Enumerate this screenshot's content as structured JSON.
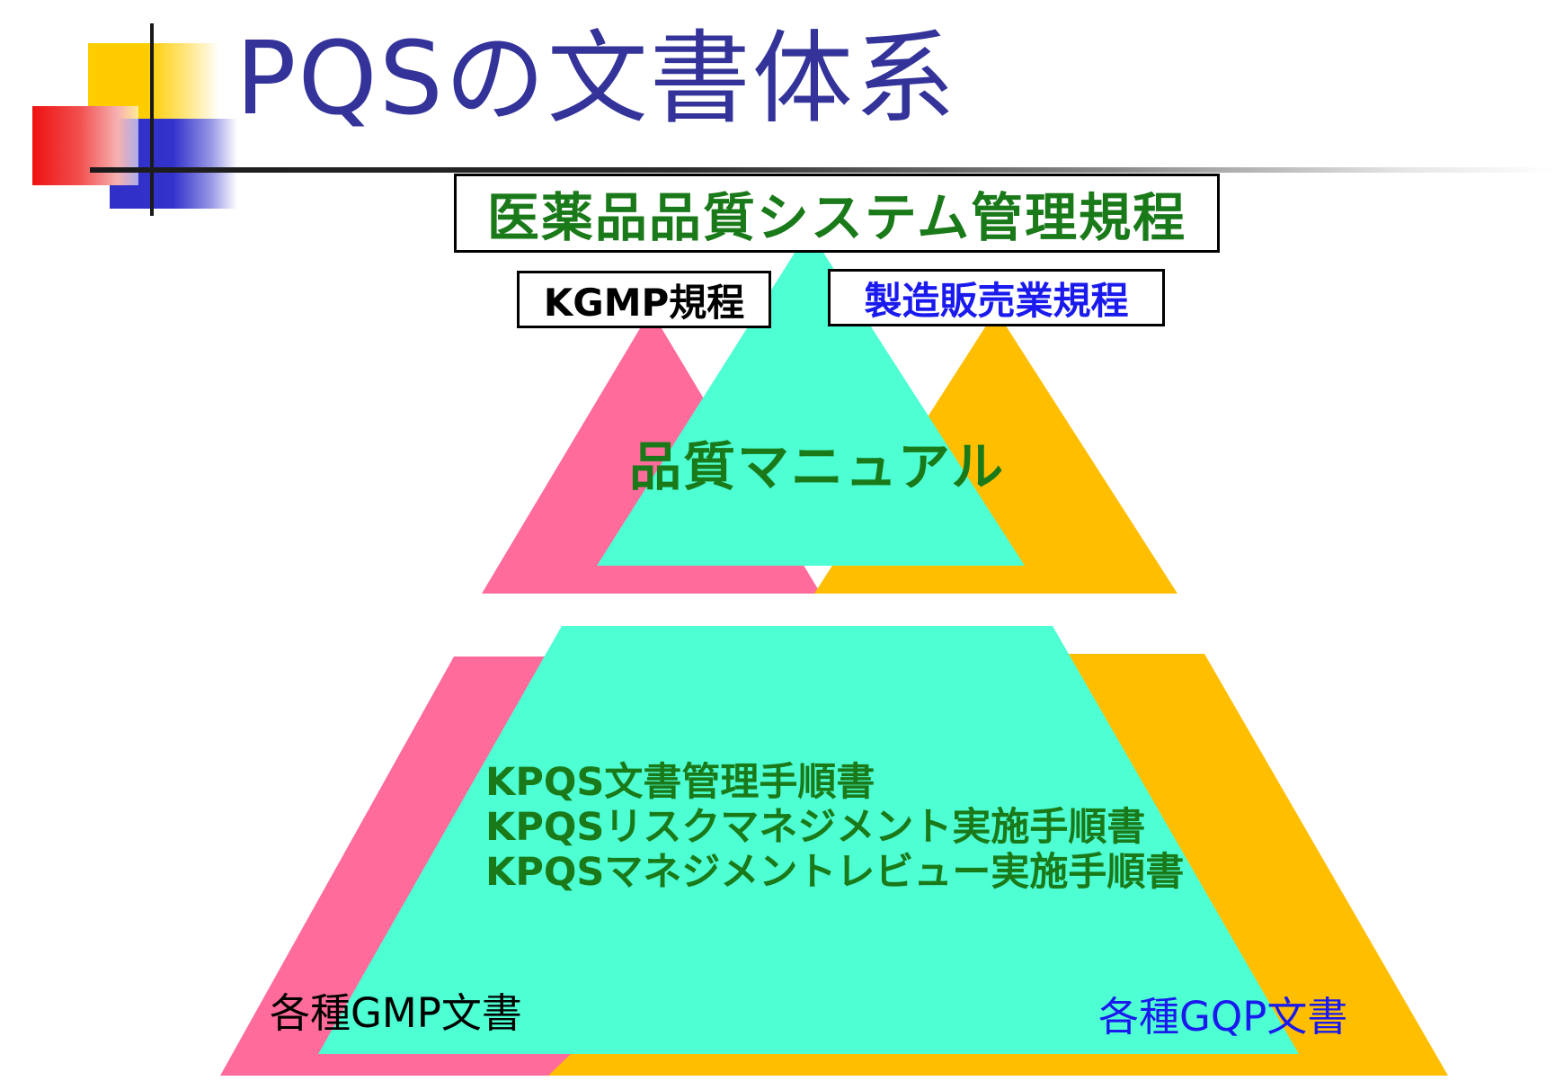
{
  "slide": {
    "title": "PQSの文書体系"
  },
  "colors": {
    "title": "#33339a",
    "green_text": "#1a7a1a",
    "blue_text": "#1a1aee",
    "pink": "#ff6b9a",
    "orange": "#ffbf00",
    "aqua": "#4dffd2"
  },
  "diagram": {
    "top_box": "医薬品品質システム管理規程",
    "kgmp_box": "KGMP規程",
    "seizou_box": "製造販売業規程",
    "quality_manual": "品質マニュアル",
    "procedures": [
      "KPQS文書管理手順書",
      "KPQSリスクマネジメント実施手順書",
      "KPQSマネジメントレビュー実施手順書"
    ],
    "gmp_docs": "各種GMP文書",
    "gqp_docs": "各種GQP文書"
  }
}
